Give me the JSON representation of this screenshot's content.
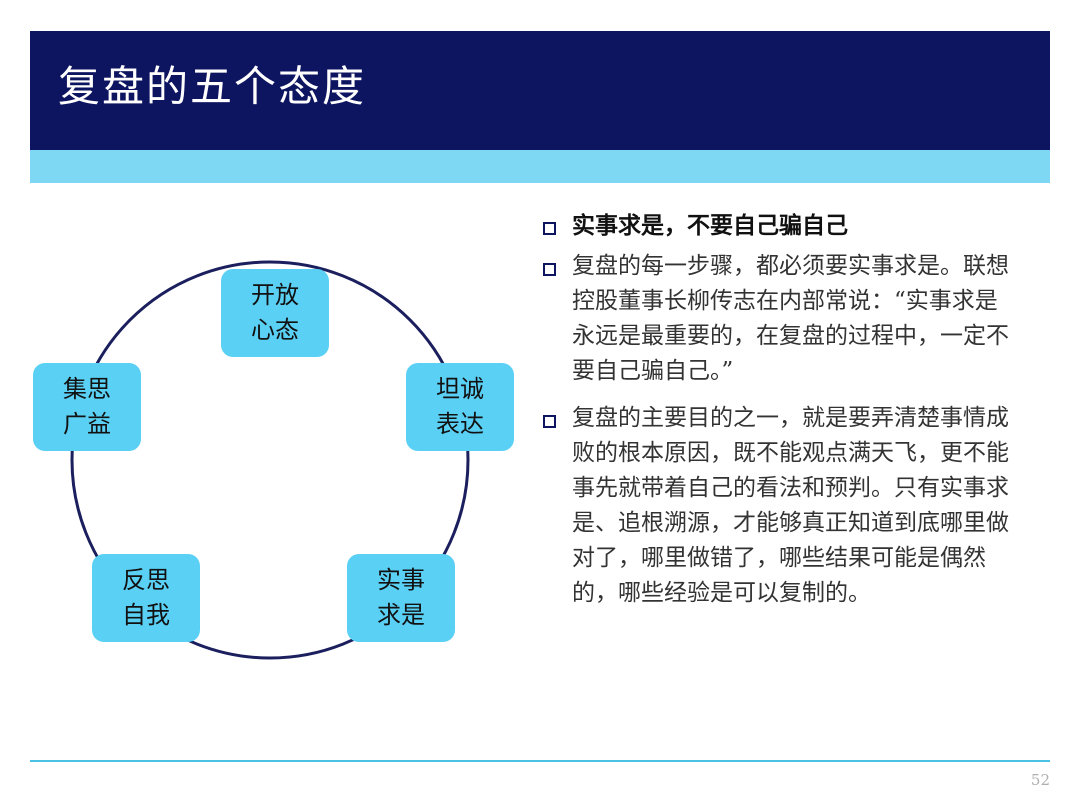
{
  "title": "复盘的五个态度",
  "cycle": {
    "nodes": [
      {
        "line1": "开放",
        "line2": "心态"
      },
      {
        "line1": "坦诚",
        "line2": "表达"
      },
      {
        "line1": "实事",
        "line2": "求是"
      },
      {
        "line1": "反思",
        "line2": "自我"
      },
      {
        "line1": "集思",
        "line2": "广益"
      }
    ]
  },
  "bullets": [
    {
      "text": "实事求是，不要自己骗自己"
    },
    {
      "text": "复盘的每一步骤，都必须要实事求是。联想控股董事长柳传志在内部常说：“实事求是永远是最重要的，在复盘的过程中，一定不要自己骗自己。”"
    },
    {
      "text": "复盘的主要目的之一，就是要弄清楚事情成败的根本原因，既不能观点满天飞，更不能事先就带着自己的看法和预判。只有实事求是、追根溯源，才能够真正知道到底哪里做对了，哪里做错了，哪些结果可能是偶然的，哪些经验是可以复制的。"
    }
  ],
  "page_number": "52",
  "colors": {
    "title_bar": "#0e1560",
    "accent_bar": "#7fd8f3",
    "node_fill": "#5ad0f5",
    "cycle_line": "#1b1f5e",
    "footer_line": "#4cc3e6"
  }
}
